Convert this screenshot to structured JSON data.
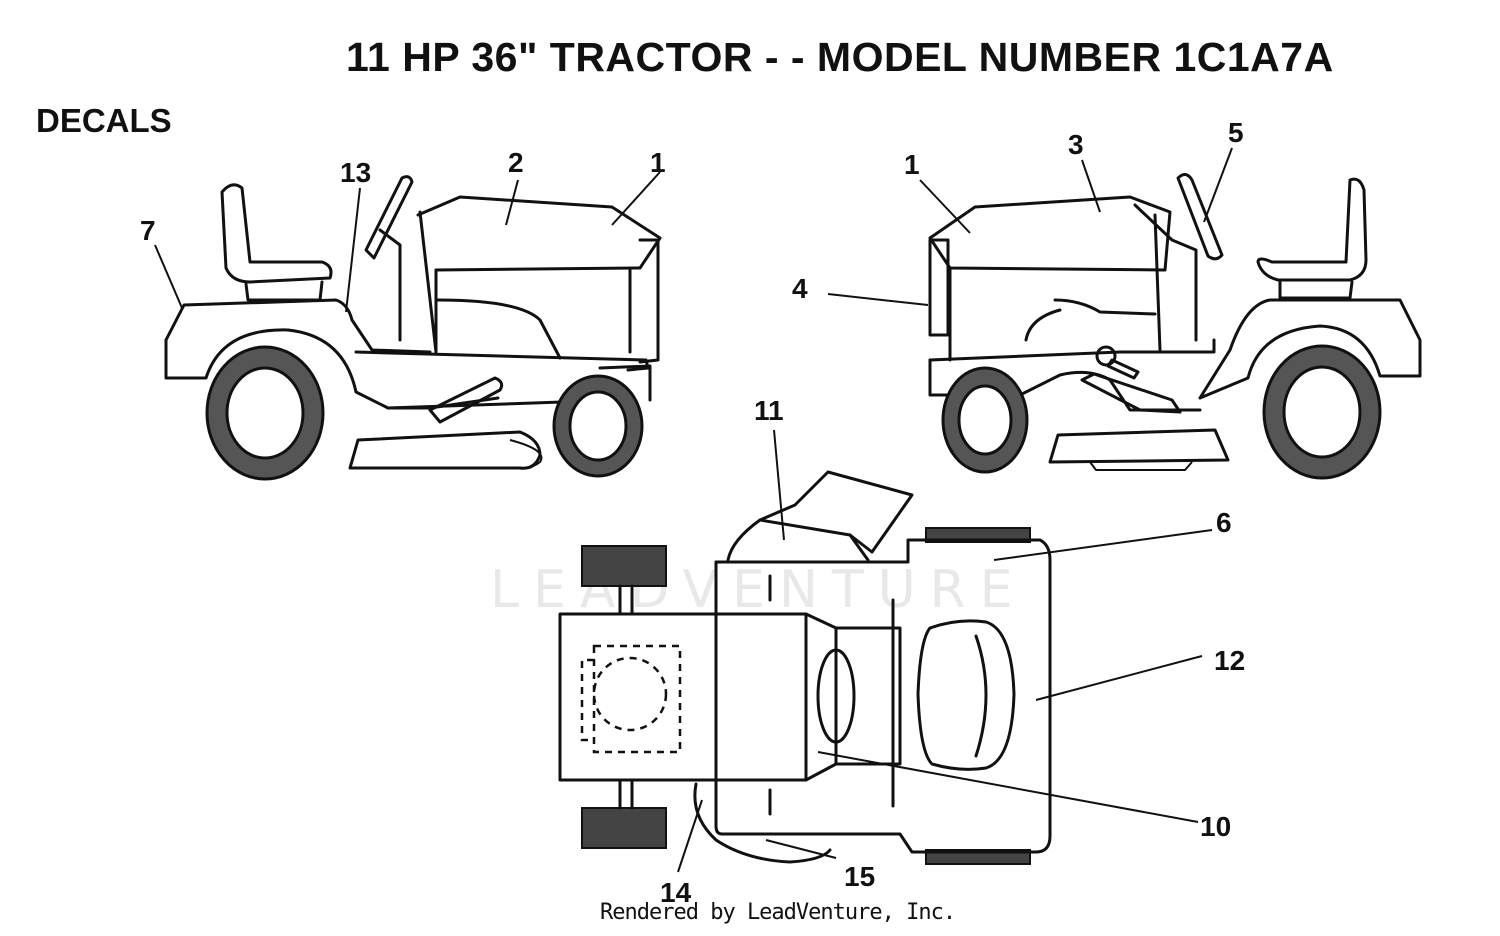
{
  "header": {
    "title": "11 HP 36\" TRACTOR - - MODEL NUMBER 1C1A7A"
  },
  "section": {
    "label": "DECALS"
  },
  "watermark": {
    "text": "LEADVENTURE"
  },
  "footer": {
    "text": "Rendered by LeadVenture, Inc."
  },
  "callouts": {
    "left_7": "7",
    "left_13": "13",
    "left_2": "2",
    "left_1": "1",
    "right_1": "1",
    "right_3": "3",
    "right_5": "5",
    "right_4": "4",
    "top_11": "11",
    "top_6": "6",
    "top_12": "12",
    "top_10": "10",
    "top_14": "14",
    "top_15": "15"
  },
  "icons": {
    "left_view": "tractor-side-left-icon",
    "right_view": "tractor-side-right-icon",
    "top_view": "tractor-top-view-icon"
  }
}
